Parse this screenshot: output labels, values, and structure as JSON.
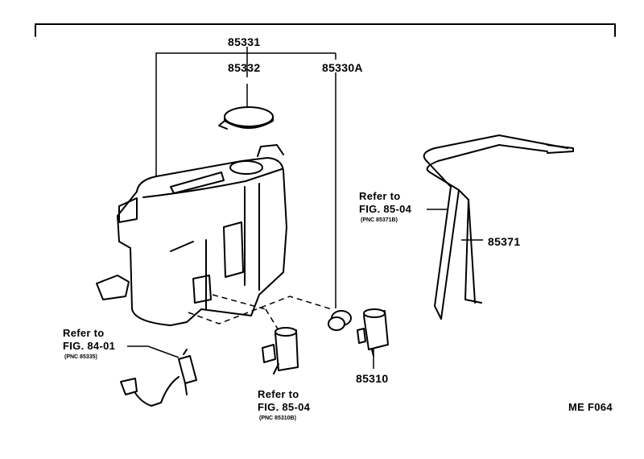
{
  "labels": {
    "cap_assembly": "85331",
    "cap": "85332",
    "grommet": "85330A",
    "motor_pump": "85310",
    "hose": "85371",
    "figure_code": "ME F064"
  },
  "references": {
    "fig_84_01": {
      "line1": "Refer to",
      "line2": "FIG. 84-01",
      "line3": "(PNC 85335)"
    },
    "fig_85_04_pump": {
      "line1": "Refer to",
      "line2": "FIG. 85-04",
      "line3": "(PNC 85310B)"
    },
    "fig_85_04_hose": {
      "line1": "Refer to",
      "line2": "FIG. 85-04",
      "line3": "(PNC 85371B)"
    }
  }
}
